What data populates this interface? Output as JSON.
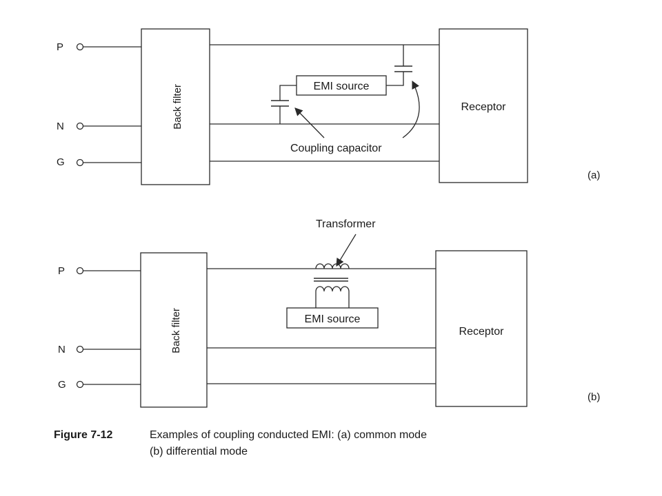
{
  "diagram_a": {
    "terminals": [
      "P",
      "N",
      "G"
    ],
    "filter_label": "Back filter",
    "emi_label": "EMI source",
    "receptor_label": "Receptor",
    "annotation": "Coupling capacitor",
    "tag": "(a)"
  },
  "diagram_b": {
    "terminals": [
      "P",
      "N",
      "G"
    ],
    "filter_label": "Back filter",
    "emi_label": "EMI source",
    "receptor_label": "Receptor",
    "annotation": "Transformer",
    "tag": "(b)"
  },
  "caption": {
    "number": "Figure 7-12",
    "line1": "Examples of coupling conducted EMI: (a) common mode",
    "line2": "(b) differential mode"
  }
}
